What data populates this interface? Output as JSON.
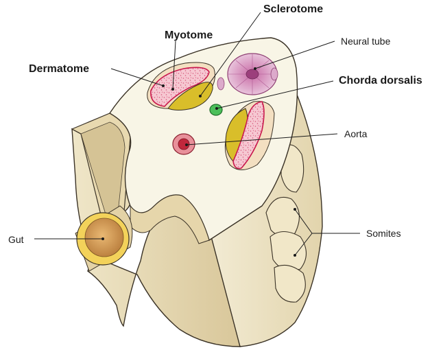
{
  "labels": {
    "sclerotome": "Sclerotome",
    "myotome": "Myotome",
    "dermatome": "Dermatome",
    "neural_tube": "Neural tube",
    "chorda_dorsalis": "Chorda dorsalis",
    "aorta": "Aorta",
    "gut": "Gut",
    "somites": "Somites"
  },
  "colors": {
    "tissue": "#f8f5e6",
    "tissue_side": "#ede4c6",
    "tissue_shade": "#d9c9a0",
    "outline": "#3a3226",
    "dermatome_outer": "#f3dfc1",
    "myotome_pink": "#f6c8d2",
    "myotome_border": "#c8174c",
    "sclerotome_yellow": "#d9be2a",
    "neural_tube": "#dcaacb",
    "neural_core": "#b05a93",
    "chorda": "#4cbf5a",
    "aorta": "#e8909a",
    "aorta_core": "#c0283c",
    "gut_ring": "#f3d25a",
    "gut_core": "#c28a4a"
  }
}
